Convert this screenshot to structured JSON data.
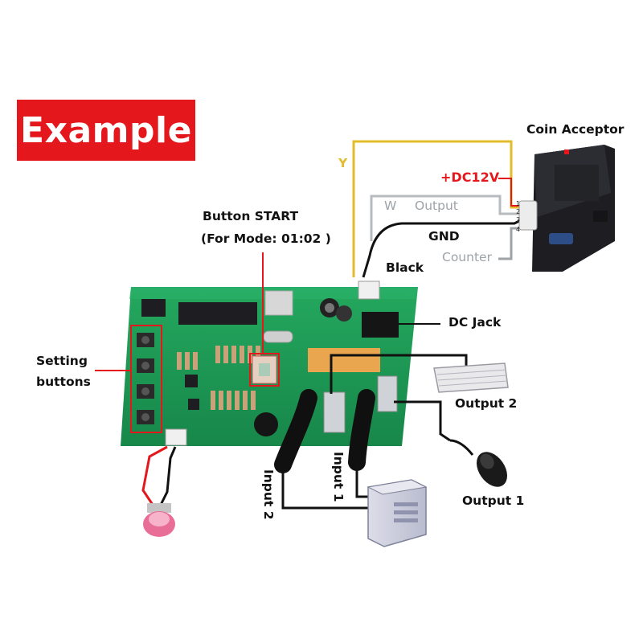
{
  "badge": "Example",
  "labels": {
    "coin_acceptor": "Coin Acceptor",
    "dc12v": "+DC12V",
    "y_wire": "Y",
    "w_wire": "W",
    "output_wire": "Output",
    "gnd": "GND",
    "counter": "Counter",
    "black": "Black",
    "button_start": "Button START",
    "mode": "(For Mode: 01:02 )",
    "dc_jack": "DC Jack",
    "setting_1": "Setting",
    "setting_2": "buttons",
    "output_2": "Output 2",
    "output_1": "Output 1",
    "input_1": "Input 1",
    "input_2": "Input 2"
  },
  "pin_numbers": [
    "1",
    "2",
    "3",
    "4"
  ],
  "colors": {
    "badge": "#e4171c",
    "board": "#1f9a55",
    "yellow_wire": "#e2bc2a",
    "grey_wire": "#9ea3a8",
    "red_wire": "#e4171c",
    "black_wire": "#111111"
  }
}
